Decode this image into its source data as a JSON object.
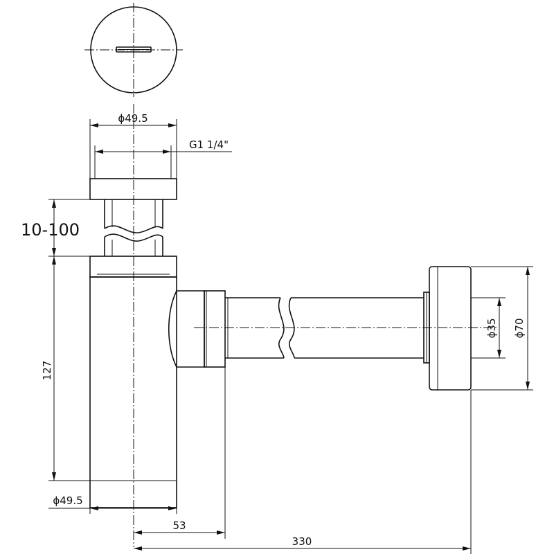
{
  "drawing": {
    "dims": {
      "top_diameter": "ϕ49.5",
      "thread": "G1 1/4\"",
      "adjust_range": "10-100",
      "body_height": "127",
      "body_diameter": "ϕ49.5",
      "offset": "53",
      "length": "330",
      "pipe_diameter": "ϕ35",
      "flange_diameter": "ϕ70"
    }
  }
}
